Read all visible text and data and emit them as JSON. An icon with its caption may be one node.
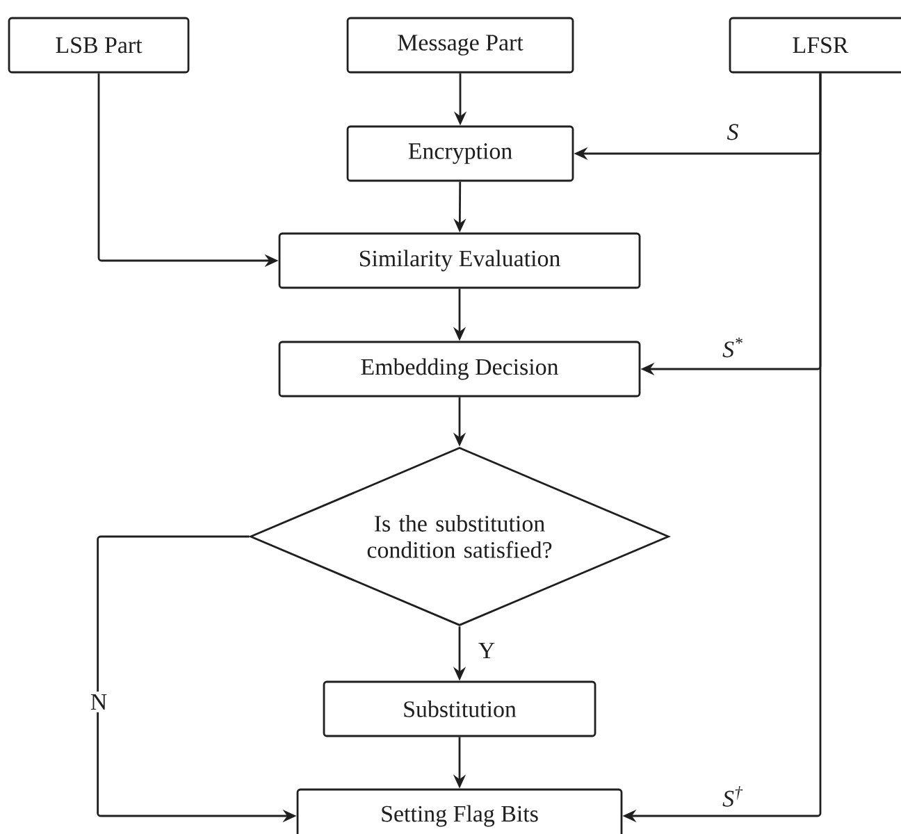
{
  "diagram": {
    "nodes": [
      {
        "text": [
          "LSB Part"
        ]
      },
      {
        "text": [
          "Message Part"
        ]
      },
      {
        "text": [
          "LFSR"
        ]
      },
      {
        "text": [
          "Encryption"
        ]
      },
      {
        "text": [
          "Similarity Evaluation"
        ]
      },
      {
        "text": [
          "Embedding Decision"
        ]
      },
      {
        "text": [
          "Is the substitution condition satisfied?"
        ]
      },
      {
        "text": [
          "Substitution"
        ]
      },
      {
        "text": [
          "Setting Flag Bits"
        ]
      }
    ],
    "edges": [
      {
        "from": 1,
        "to": 3,
        "arrow": "to"
      },
      {
        "from": 2,
        "to": 3,
        "arrow": "to",
        "label": "S"
      },
      {
        "from": 3,
        "to": 4,
        "arrow": "to"
      },
      {
        "from": 0,
        "to": 4,
        "arrow": "to"
      },
      {
        "from": 4,
        "to": 5,
        "arrow": "to"
      },
      {
        "from": 2,
        "to": 5,
        "arrow": "to",
        "label": "S$^{*}$"
      },
      {
        "from": 5,
        "to": 6,
        "arrow": "to"
      },
      {
        "from": 6,
        "to": 7,
        "arrow": "to",
        "label": "Y"
      },
      {
        "from": 7,
        "to": 8,
        "arrow": "to"
      },
      {
        "from": 6,
        "to": 8,
        "arrow": "to",
        "label": "N"
      },
      {
        "from": 2,
        "to": 8,
        "arrow": "to",
        "label": "S$^{†}$"
      }
    ]
  }
}
